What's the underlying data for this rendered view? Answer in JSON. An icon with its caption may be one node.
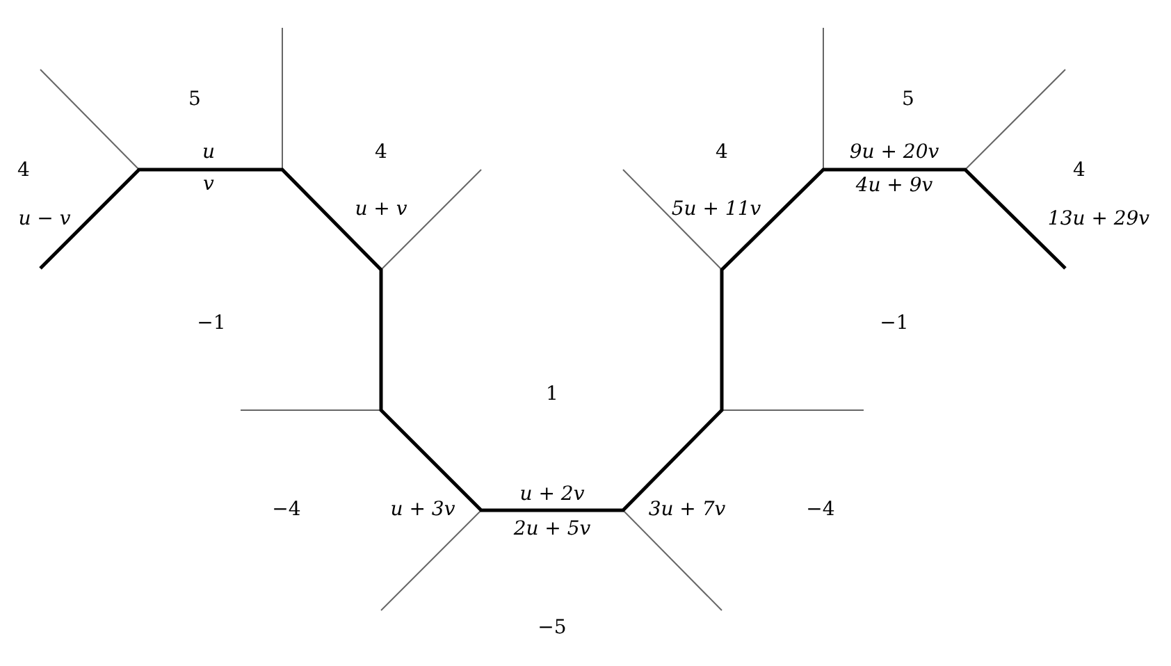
{
  "diagram": {
    "labels": [
      "5",
      "5",
      "u",
      "4",
      "4",
      "9u + 20v",
      "4",
      "4",
      "v",
      "4u + 9v",
      "u + v",
      "5u + 11v",
      "u − v",
      "13u + 29v",
      "−1",
      "−1",
      "1",
      "u + 2v",
      "−4",
      "u + 3v",
      "3u + 7v",
      "−4",
      "2u + 5v",
      "−5"
    ]
  }
}
